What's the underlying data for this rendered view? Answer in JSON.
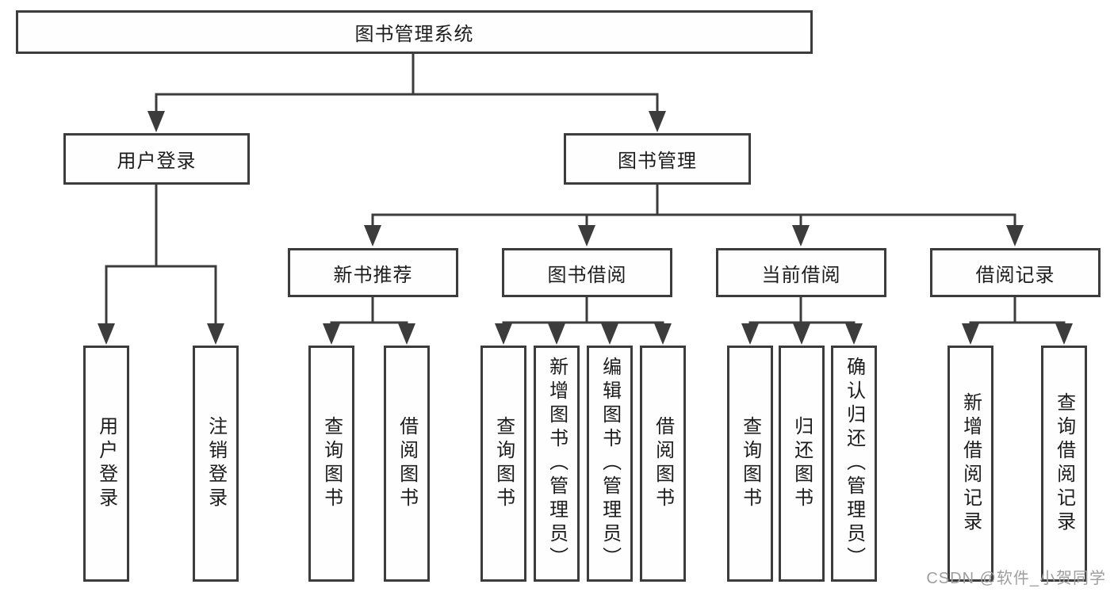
{
  "diagram": {
    "title": "图书管理系统",
    "colors": {
      "line": "#3c3c3c",
      "text": "#1c1c1c",
      "background": "#ffffff",
      "watermark": "#9e9e9e"
    }
  },
  "tree": {
    "root": {
      "label": "图书管理系统"
    },
    "level2": [
      {
        "label": "用户登录"
      },
      {
        "label": "图书管理"
      }
    ],
    "level3": [
      {
        "label": "新书推荐"
      },
      {
        "label": "图书借阅"
      },
      {
        "label": "当前借阅"
      },
      {
        "label": "借阅记录"
      }
    ],
    "leaves": {
      "login": [
        "用户登录",
        "注销登录"
      ],
      "recommend": [
        "查询图书",
        "借阅图书"
      ],
      "borrow": [
        "查询图书",
        "新增图书（管理员）",
        "编辑图书（管理员）",
        "借阅图书"
      ],
      "current": [
        "查询图书",
        "归还图书",
        "确认归还（管理员）"
      ],
      "records": [
        "新增借阅记录",
        "查询借阅记录"
      ]
    }
  },
  "watermark": {
    "text": "CSDN @软件_小贺同学"
  }
}
